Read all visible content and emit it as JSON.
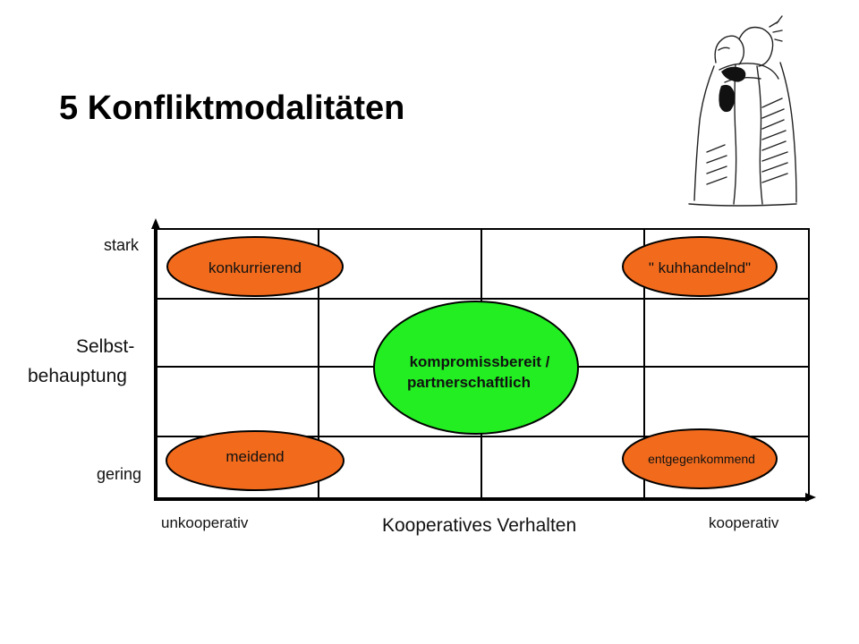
{
  "slide": {
    "title": "5 Konfliktmodalitäten"
  },
  "illustration": {
    "icon": "hugging-couple-sketch"
  },
  "axes": {
    "y_label_line1": "Selbst-",
    "y_label_line2": "behauptung",
    "y_high": "stark",
    "y_low": "gering",
    "x_label": "Kooperatives Verhalten",
    "x_low": "unkooperativ",
    "x_high": "kooperativ"
  },
  "modes": {
    "competing": {
      "label": "konkurrierend",
      "color": "#f26b1d"
    },
    "bargaining": {
      "label": "\" kuhhandelnd\"",
      "color": "#f26b1d"
    },
    "compromise": {
      "line1": "kompromissbereit /",
      "line2": "partnerschaftlich",
      "color": "#22ee22"
    },
    "avoiding": {
      "label": "meidend",
      "color": "#f26b1d"
    },
    "accommodating": {
      "label": "entgegenkommend",
      "color": "#f26b1d"
    }
  }
}
